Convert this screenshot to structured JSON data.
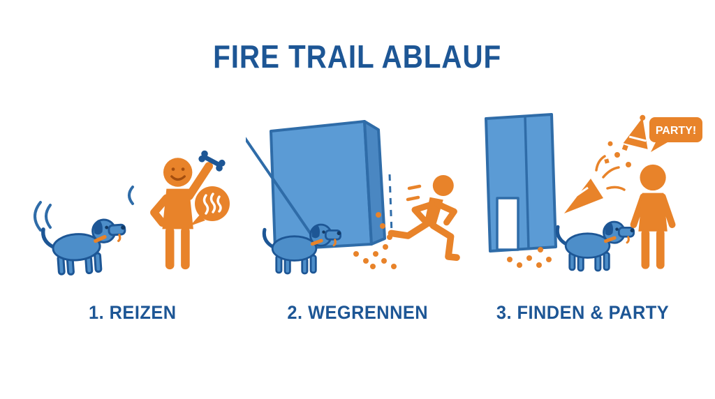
{
  "title": "FIRE TRAIL ABLAUF",
  "steps": [
    {
      "label": "1. REIZEN"
    },
    {
      "label": "2. WEGRENNEN"
    },
    {
      "label": "3. FINDEN & PARTY"
    }
  ],
  "speech": {
    "party": "PARTY!"
  },
  "colors": {
    "dog_blue": "#4d8ec9",
    "outline_blue": "#1d5695",
    "box_blue": "#5b9bd5",
    "box_side_blue": "#4a87c2",
    "box_edge_blue": "#2f6ca8",
    "accent_orange": "#e8832a",
    "text_navy": "#1d5695",
    "background": "#ffffff"
  },
  "icons": {
    "panel1": [
      "motion-lines-icon",
      "dog-icon",
      "trainer-icon",
      "bone-icon",
      "scent-bubble-icon"
    ],
    "panel2": [
      "box-icon",
      "leash-icon",
      "dog-icon",
      "scent-trail-icon",
      "runner-icon"
    ],
    "panel3": [
      "wall-doorway-icon",
      "scent-trail-icon",
      "dog-icon",
      "party-popper-icon",
      "confetti-icon",
      "party-hat-icon",
      "party-speech-bubble",
      "person-icon"
    ]
  }
}
